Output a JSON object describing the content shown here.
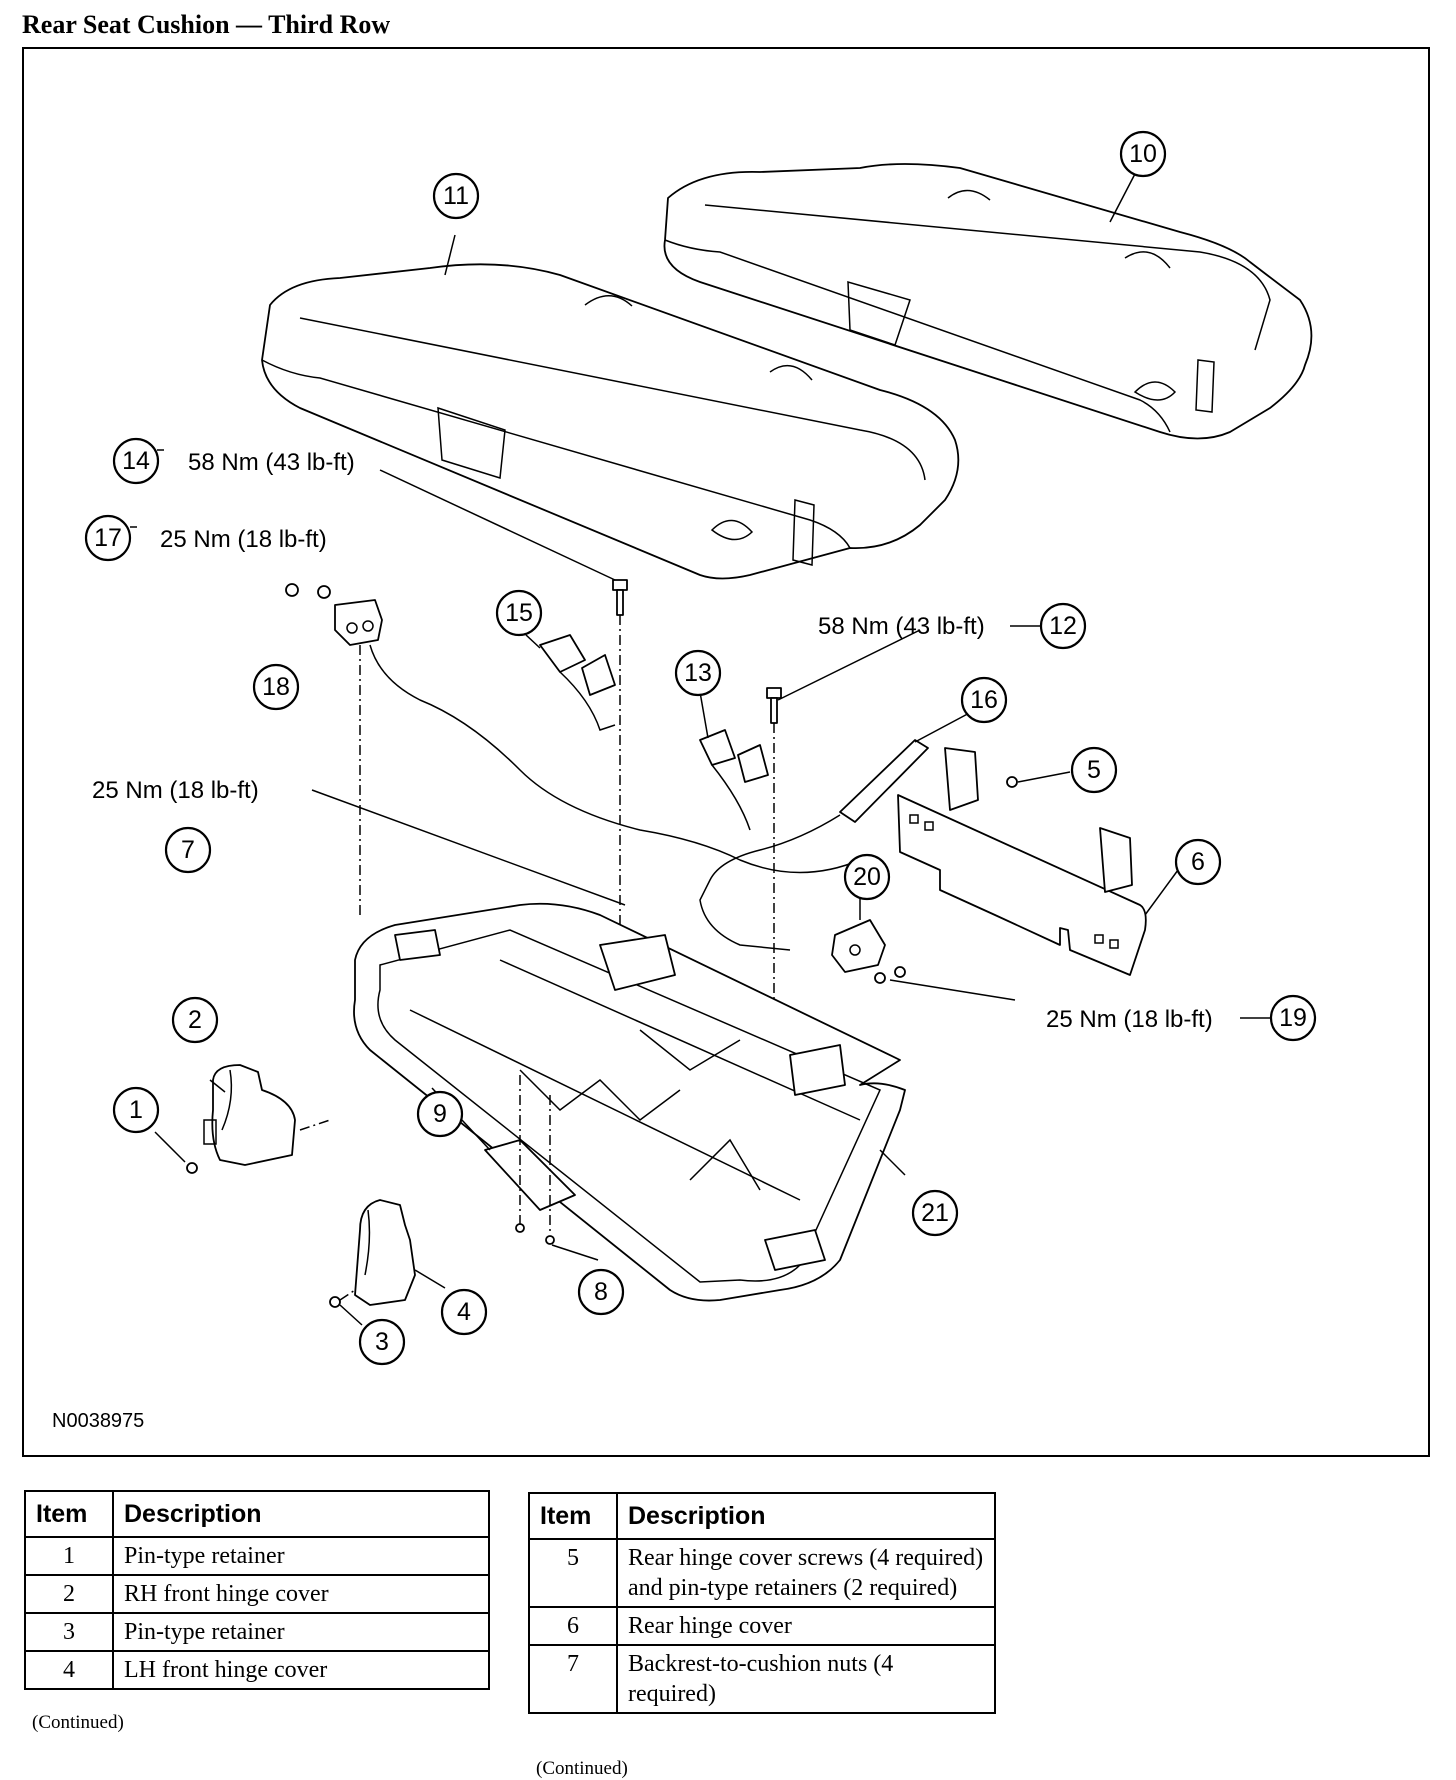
{
  "title": "Rear Seat Cushion — Third Row",
  "figure_id": "N0038975",
  "callouts": {
    "c1": "1",
    "c2": "2",
    "c3": "3",
    "c4": "4",
    "c5": "5",
    "c6": "6",
    "c7": "7",
    "c8": "8",
    "c9": "9",
    "c10": "10",
    "c11": "11",
    "c12": "12",
    "c13": "13",
    "c14": "14",
    "c15": "15",
    "c16": "16",
    "c17": "17",
    "c18": "18",
    "c19": "19",
    "c20": "20",
    "c21": "21"
  },
  "torques": {
    "t14": "58 Nm (43 lb-ft)",
    "t17": "25 Nm (18 lb-ft)",
    "t12": "58 Nm (43 lb-ft)",
    "t7": "25 Nm (18 lb-ft)",
    "t19": "25 Nm (18 lb-ft)"
  },
  "table_left": {
    "headers": {
      "item": "Item",
      "description": "Description"
    },
    "rows": [
      {
        "item": "1",
        "description": "Pin-type retainer"
      },
      {
        "item": "2",
        "description": "RH front hinge cover"
      },
      {
        "item": "3",
        "description": "Pin-type retainer"
      },
      {
        "item": "4",
        "description": "LH front hinge cover"
      }
    ],
    "continued": "(Continued)"
  },
  "table_right": {
    "headers": {
      "item": "Item",
      "description": "Description"
    },
    "rows": [
      {
        "item": "5",
        "description": "Rear hinge cover screws (4 required) and pin-type retainers (2 required)"
      },
      {
        "item": "6",
        "description": "Rear hinge cover"
      },
      {
        "item": "7",
        "description": "Backrest-to-cushion nuts (4 required)"
      }
    ],
    "continued": "(Continued)"
  }
}
